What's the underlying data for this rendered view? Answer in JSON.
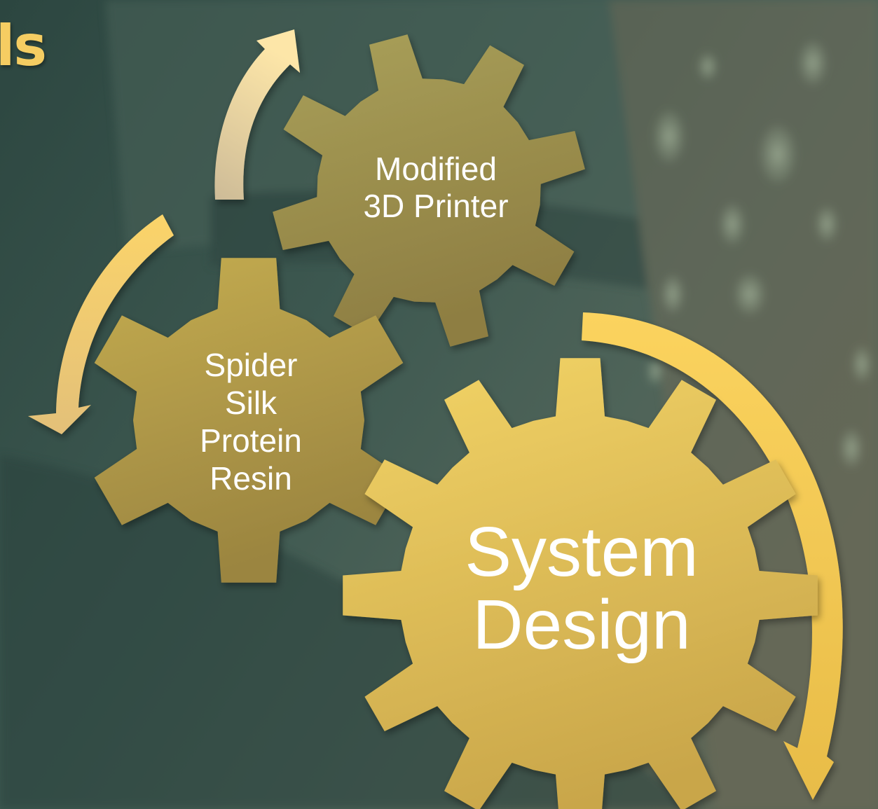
{
  "slide": {
    "title_fragment": "ls"
  },
  "gears": {
    "printer": {
      "line1": "Modified",
      "line2": "3D Printer"
    },
    "resin": {
      "line1": "Spider",
      "line2": "Silk",
      "line3": "Protein",
      "line4": "Resin"
    },
    "system": {
      "line1": "System",
      "line2": "Design"
    }
  },
  "colors": {
    "background": "#35504a",
    "title": "#f5cd62",
    "gear_large": "#e9c65a",
    "gear_medium": "#b39b46",
    "gear_small": "#a89a52",
    "arrow": "#f7d57a",
    "label_text": "#ffffff"
  },
  "icons": [
    "gear-icon",
    "curved-arrow-icon"
  ]
}
